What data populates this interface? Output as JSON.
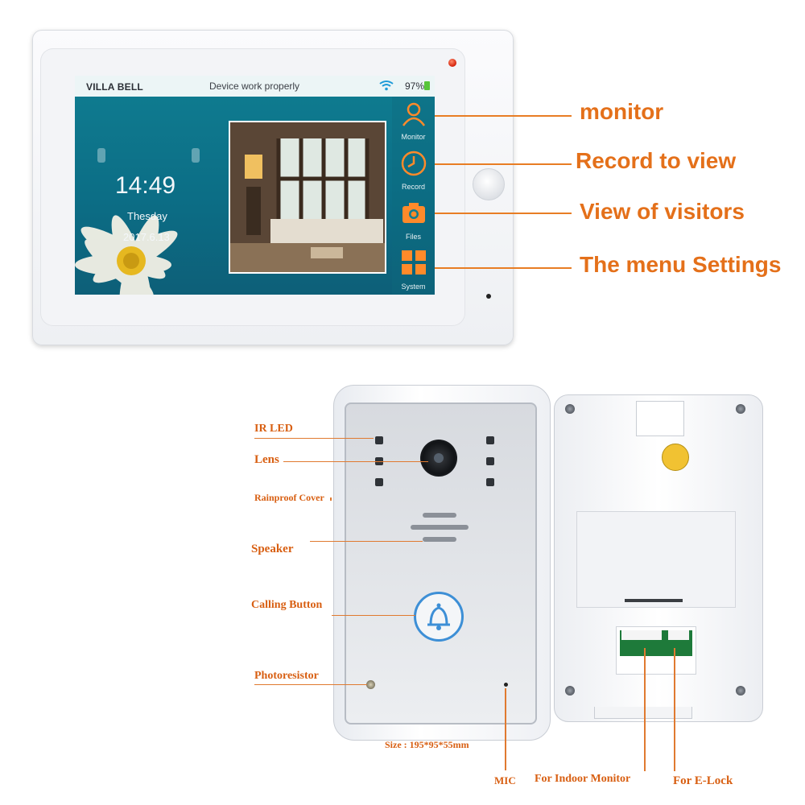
{
  "monitor": {
    "brand": "VILLA BELL",
    "status_text": "Device work properly",
    "battery": "97%",
    "clock": {
      "time": "14:49",
      "day": "Thesday",
      "date": "2017.6.13"
    },
    "menu": [
      {
        "label": "Monitor",
        "icon": "person-icon"
      },
      {
        "label": "Record",
        "icon": "clock-icon"
      },
      {
        "label": "Files",
        "icon": "camera-icon"
      },
      {
        "label": "System",
        "icon": "grid-icon"
      }
    ],
    "callouts": [
      "monitor",
      "Record to view",
      "View of visitors",
      "The menu Settings"
    ]
  },
  "doorbell": {
    "labels": {
      "ir_led": "IR LED",
      "lens": "Lens",
      "rainproof_cover": "Rainproof Cover",
      "speaker": "Speaker",
      "calling_button": "Calling Button",
      "photoresistor": "Photoresistor",
      "mic": "MIC",
      "for_indoor_monitor": "For Indoor Monitor",
      "for_elock": "For E-Lock"
    },
    "size": "Size : 195*95*55mm"
  },
  "colors": {
    "accent": "#e4701a",
    "screen": "#0f7d91",
    "button_ring": "#3d8fd6"
  }
}
